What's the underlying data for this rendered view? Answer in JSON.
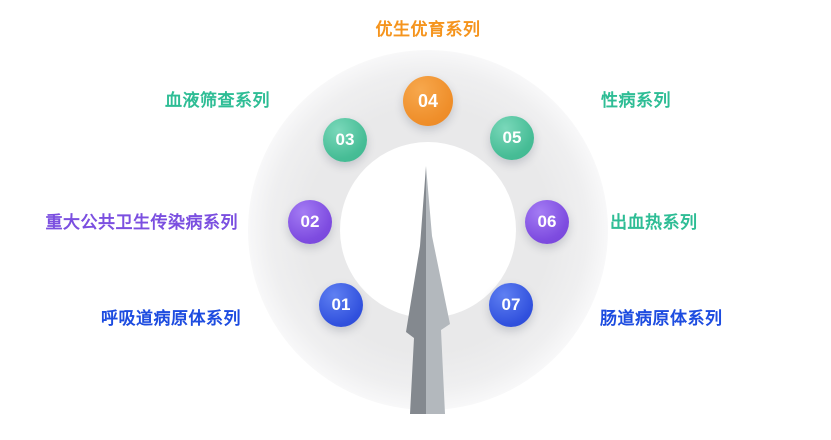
{
  "diagram": {
    "center_icon": "tree",
    "items": [
      {
        "number": "01",
        "label": "呼吸道病原体系列",
        "badge_color": "#3a5ce4",
        "label_color": "#1d4ce0"
      },
      {
        "number": "02",
        "label": "重大公共卫生传染病系列",
        "badge_color": "#8655e8",
        "label_color": "#7b4fe0"
      },
      {
        "number": "03",
        "label": "血液筛查系列",
        "badge_color": "#47bd96",
        "label_color": "#2ebd95"
      },
      {
        "number": "04",
        "label": "优生优育系列",
        "badge_color": "#ef8f2b",
        "label_color": "#f5941d"
      },
      {
        "number": "05",
        "label": "性病系列",
        "badge_color": "#47bd96",
        "label_color": "#2ebd95"
      },
      {
        "number": "06",
        "label": "出血热系列",
        "badge_color": "#7e4ce0",
        "label_color": "#2ebd95"
      },
      {
        "number": "07",
        "label": "肠道病原体系列",
        "badge_color": "#3a5ce4",
        "label_color": "#1d4ce0"
      }
    ],
    "colors": {
      "background": "#ffffff",
      "ring": "#e9e9ea",
      "tree_dark": "#84898f",
      "tree_light": "#b3b8bd"
    }
  }
}
